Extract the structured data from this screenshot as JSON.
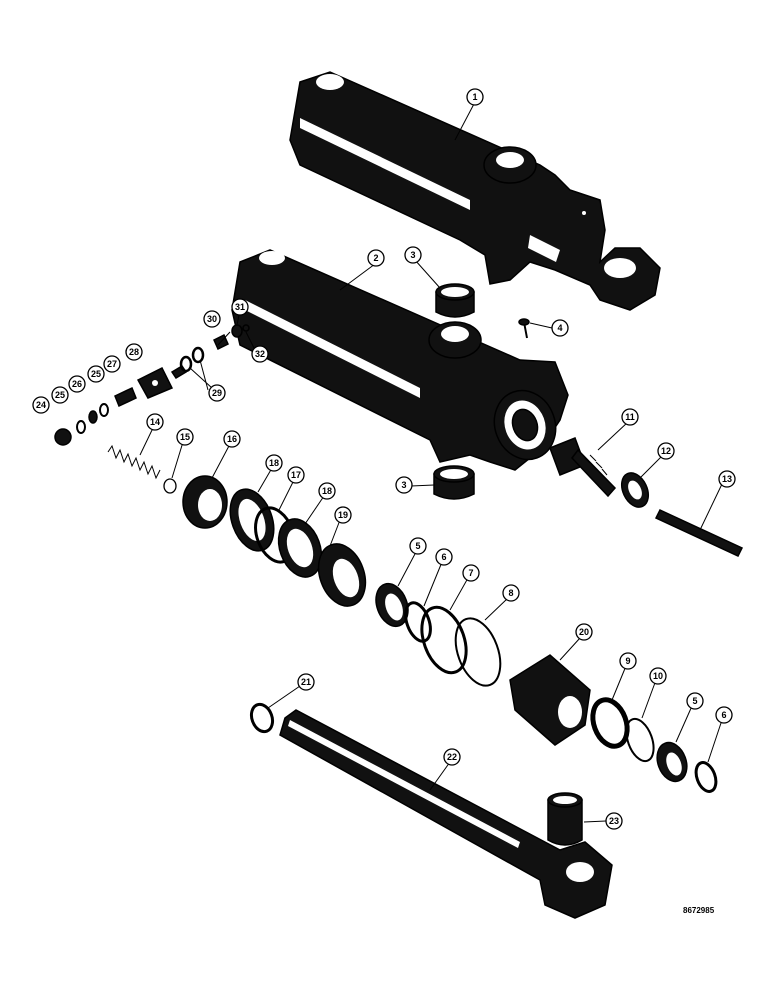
{
  "callouts": [
    "1",
    "2",
    "3",
    "3",
    "4",
    "5",
    "6",
    "7",
    "8",
    "9",
    "10",
    "11",
    "12",
    "13",
    "14",
    "15",
    "16",
    "17",
    "18",
    "18",
    "19",
    "20",
    "21",
    "22",
    "23",
    "5",
    "6",
    "24",
    "25",
    "25",
    "26",
    "27",
    "28",
    "29",
    "30",
    "31",
    "32"
  ],
  "reference_number": "8672985"
}
